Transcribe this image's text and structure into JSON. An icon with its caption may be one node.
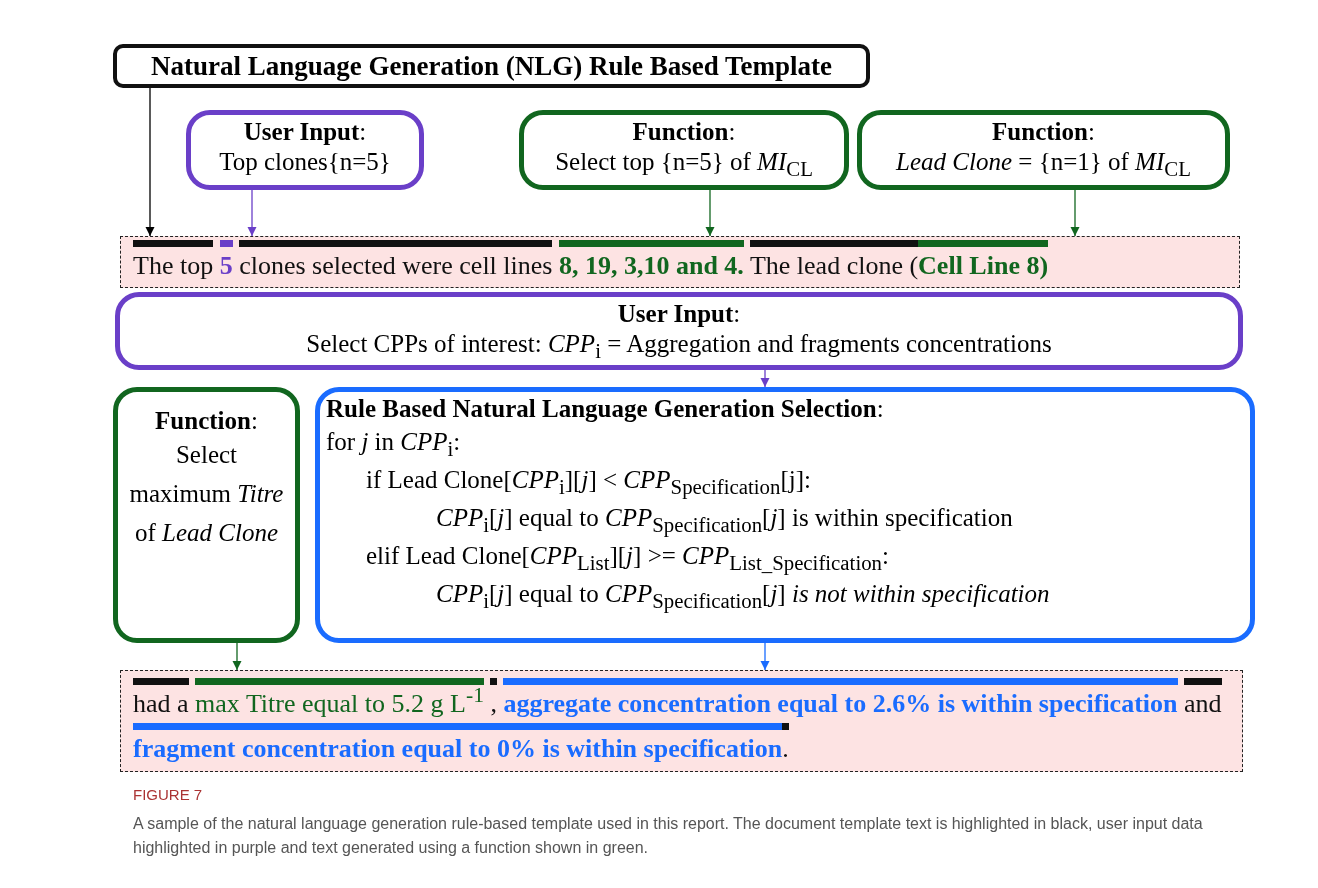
{
  "diagram": {
    "caption": "A sample of the natural language generation rule-based template used in this report. The document template text is highlighted in black, user input data highlighted in purple and text generated using a function shown in green.",
    "nodes": [
      {
        "text": [
          "Natural Language Generation (NLG) Rule Based Template"
        ]
      },
      {
        "text": [
          "**User Input**:",
          "Top clones{n=5}"
        ]
      },
      {
        "text": [
          "**Function**:",
          "Select top {n=5} of *MI*$_{CL}$"
        ]
      },
      {
        "text": [
          "**Function**:",
          "*Lead Clone* = {n=1} of *MI*$_{CL}$"
        ]
      },
      {
        "text": [
          "The top",
          "5",
          "clones selected were cell lines",
          "8, 19, 3,10 and 4.",
          "The lead clone (",
          "Cell Line 8)"
        ]
      },
      {
        "text": [
          "**User Input**:",
          "Select CPPs of interest:  *CPP*$_{i}$ = Aggregation and fragments concentrations"
        ]
      },
      {
        "text": [
          "**Function**:",
          "Select maximum *Titre* of *Lead Clone*"
        ]
      },
      {
        "text": [
          "**Rule Based Natural Language Generation Selection**:",
          "for *j* in *CPP*$_{i}$:",
          "if Lead Clone[*CPP*$_{i}$][*j*] < *CPP*$_{Specification}$[j]:",
          "*CPP*$_{i}$[*j*] equal to *CPP*$_{Specification}$[*j*] is within specification",
          "elif Lead Clone[*CPP*$_{List}$][*j*] >= *CPP*$_{List_Specification}$:",
          "*CPP*$_{i}$[*j*] equal to *CPP*$_{Specification}$[*j*] *is not within specification*"
        ]
      },
      {
        "text": [
          "had a",
          "max Titre equal to 5.2 g L$^{-1}$",
          ",",
          "aggregate concentration equal to 2.6% is within specification",
          "and",
          "fragment concentration equal to 0% is within specification",
          "."
        ]
      }
    ],
    "edges": [
      {
        "from": 0,
        "to": 4,
        "arrow": "to",
        "color": "#000000"
      },
      {
        "from": 1,
        "to": 4,
        "arrow": "to",
        "color": "#6a3fc8"
      },
      {
        "from": 2,
        "to": 4,
        "arrow": "to"
      },
      {
        "from": 3,
        "to": 4,
        "arrow": "to"
      },
      {
        "from": 5,
        "to": 7,
        "arrow": "to",
        "color": "#6a3fc8"
      },
      {
        "from": 6,
        "to": 8,
        "arrow": "to"
      },
      {
        "from": 7,
        "to": 8,
        "arrow": "to",
        "color": "#1a6cff"
      }
    ],
    "labels": [
      "FIGURE 7"
    ]
  }
}
